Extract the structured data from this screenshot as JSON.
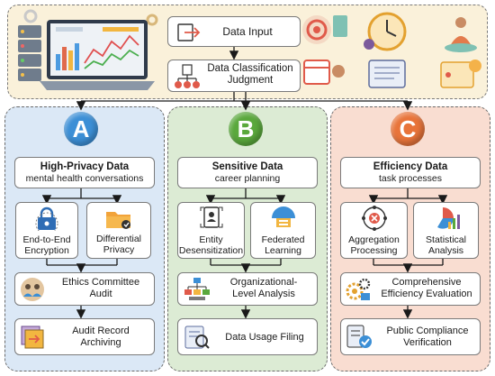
{
  "top": {
    "data_input": "Data Input",
    "classification": [
      "Data Classification",
      "Judgment"
    ]
  },
  "columns": [
    {
      "letter": "A",
      "color": "#3c8fd6",
      "header_title": "High-Privacy Data",
      "header_sub": "mental health conversations",
      "left_box": [
        "End-to-End",
        "Encryption"
      ],
      "right_box": [
        "Differential",
        "Privacy"
      ],
      "step1": [
        "Ethics Committee",
        "Audit"
      ],
      "step2": [
        "Audit Record",
        "Archiving"
      ]
    },
    {
      "letter": "B",
      "color": "#5aa83c",
      "header_title": "Sensitive Data",
      "header_sub": "career planning",
      "left_box": [
        "Entity",
        "Desensitization"
      ],
      "right_box": [
        "Federated",
        "Learning"
      ],
      "step1": [
        "Organizational-",
        "Level Analysis"
      ],
      "step2": [
        "Data Usage Filing"
      ]
    },
    {
      "letter": "C",
      "color": "#e8743a",
      "header_title": "Efficiency Data",
      "header_sub": "task processes",
      "left_box": [
        "Aggregation",
        "Processing"
      ],
      "right_box": [
        "Statistical",
        "Analysis"
      ],
      "step1": [
        "Comprehensive",
        "Efficiency Evaluation"
      ],
      "step2": [
        "Public Compliance",
        "Verification"
      ]
    }
  ]
}
